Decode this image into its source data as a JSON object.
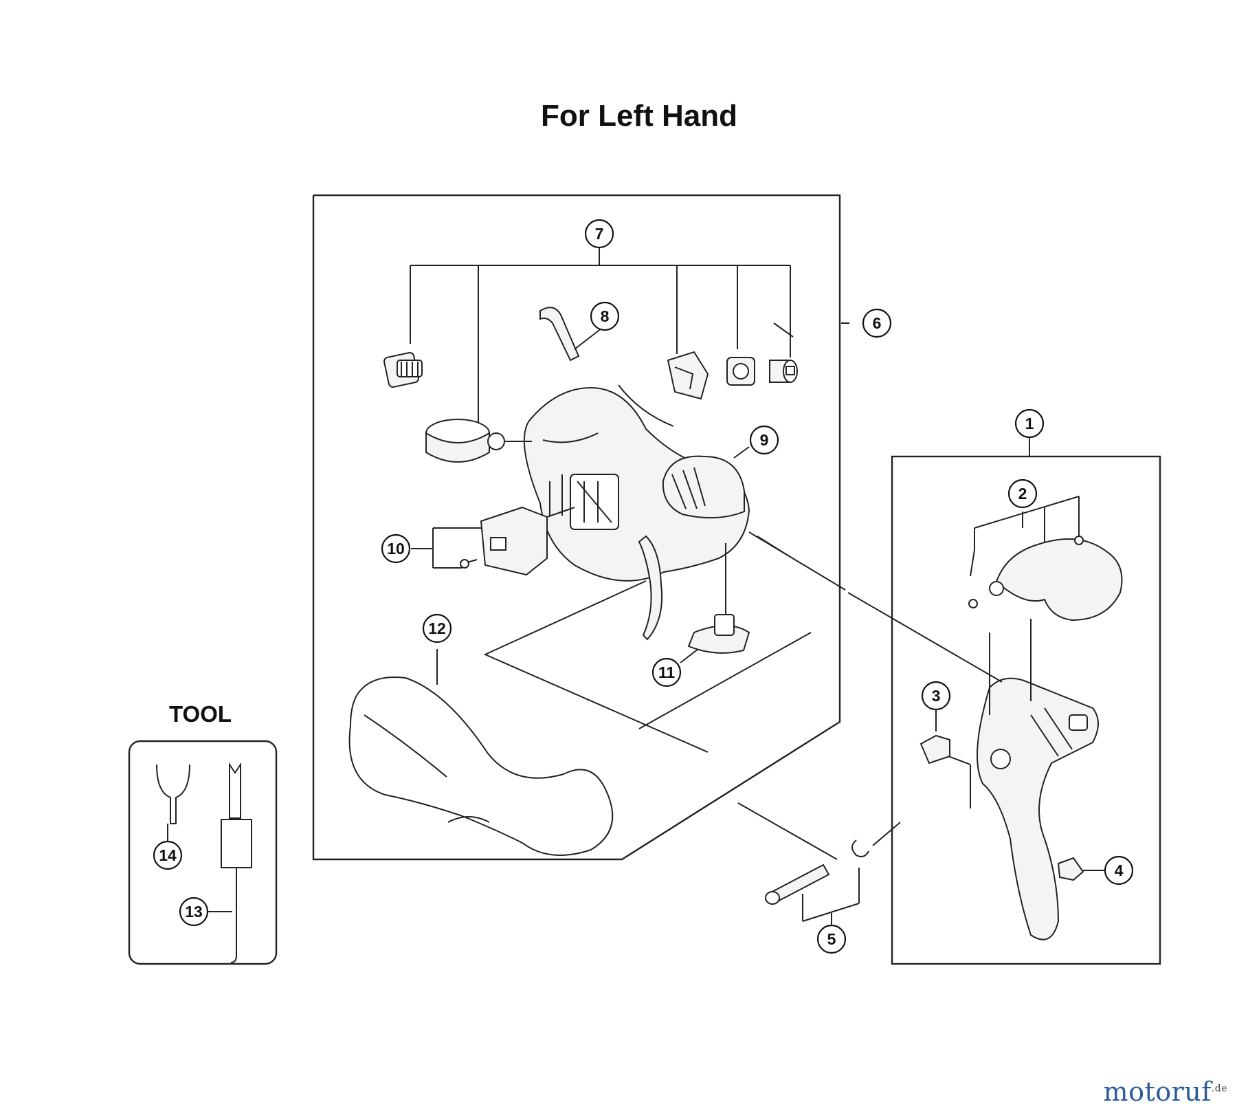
{
  "title": "For Left Hand",
  "tool_section": {
    "title": "TOOL"
  },
  "callouts": [
    {
      "label": "1"
    },
    {
      "label": "2"
    },
    {
      "label": "3"
    },
    {
      "label": "4"
    },
    {
      "label": "5"
    },
    {
      "label": "6"
    },
    {
      "label": "7"
    },
    {
      "label": "8"
    },
    {
      "label": "9"
    },
    {
      "label": "10"
    },
    {
      "label": "11"
    },
    {
      "label": "12"
    },
    {
      "label": "13"
    },
    {
      "label": "14"
    }
  ],
  "watermark": {
    "text": "motoruf",
    "suffix": ".de"
  }
}
